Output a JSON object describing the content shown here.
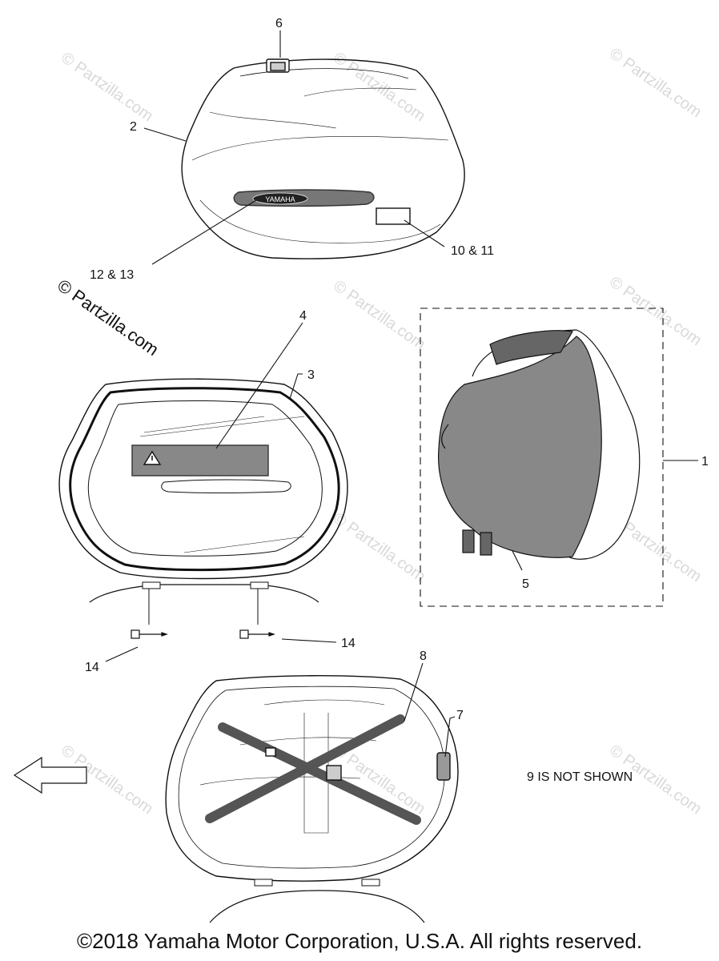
{
  "callouts": {
    "c1": "1",
    "c2": "2",
    "c3": "3",
    "c4": "4",
    "c5": "5",
    "c6": "6",
    "c7": "7",
    "c8": "8",
    "c10_11": "10 & 11",
    "c12_13": "12 & 13",
    "c14a": "14",
    "c14b": "14"
  },
  "lid_brand": "YAMAHA",
  "note": "9 IS NOT SHOWN",
  "watermarks": {
    "main": "© Partzilla.com",
    "faint": "© Partzilla.com"
  },
  "footer": {
    "copyright": "©2018 Yamaha Motor Corporation, U.S.A. All rights reserved."
  },
  "colors": {
    "line": "#111111",
    "watermark": "#d9d9d9",
    "strap": "#555555",
    "fabric": "#8a8a8a"
  }
}
